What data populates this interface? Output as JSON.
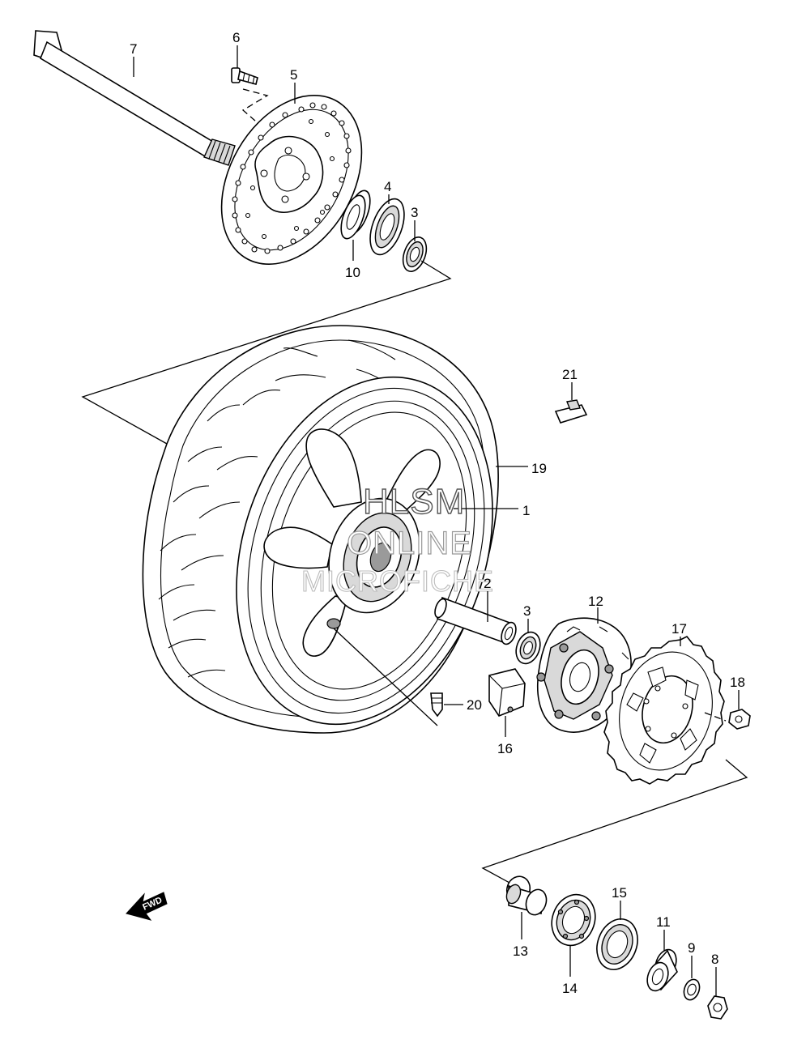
{
  "watermark": {
    "line1": "HLSM",
    "line2": "ONLINE",
    "line3": "MICROFICHE"
  },
  "direction_arrow": {
    "label": "FWD"
  },
  "callouts": [
    {
      "ref": "1",
      "part": "wheel"
    },
    {
      "ref": "2",
      "part": "spacer"
    },
    {
      "ref": "3",
      "part": "bearing"
    },
    {
      "ref": "3",
      "part": "bearing"
    },
    {
      "ref": "4",
      "part": "oil-seal"
    },
    {
      "ref": "5",
      "part": "brake-disc"
    },
    {
      "ref": "6",
      "part": "disc-bolt"
    },
    {
      "ref": "7",
      "part": "axle"
    },
    {
      "ref": "8",
      "part": "axle-nut"
    },
    {
      "ref": "9",
      "part": "washer"
    },
    {
      "ref": "10",
      "part": "spacer"
    },
    {
      "ref": "11",
      "part": "spacer"
    },
    {
      "ref": "12",
      "part": "sprocket-drum"
    },
    {
      "ref": "13",
      "part": "spacer"
    },
    {
      "ref": "14",
      "part": "bearing"
    },
    {
      "ref": "15",
      "part": "oil-seal"
    },
    {
      "ref": "16",
      "part": "cush-rubber"
    },
    {
      "ref": "17",
      "part": "sprocket"
    },
    {
      "ref": "18",
      "part": "sprocket-nut"
    },
    {
      "ref": "19",
      "part": "tire"
    },
    {
      "ref": "20",
      "part": "valve"
    },
    {
      "ref": "21",
      "part": "balancer"
    }
  ]
}
